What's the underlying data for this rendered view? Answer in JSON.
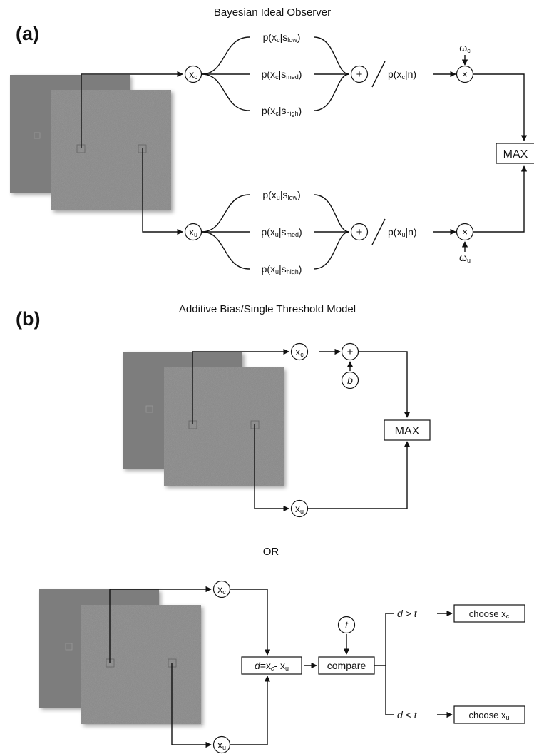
{
  "panel_a": {
    "label": "(a)",
    "title": "Bayesian Ideal Observer",
    "top_var": {
      "main": "x",
      "sub": "c"
    },
    "bottom_var": {
      "main": "x",
      "sub": "u"
    },
    "top_likelihoods": [
      {
        "pre": "p(x",
        "sub1": "c",
        "mid": "|s",
        "sub2": "low",
        "post": ")"
      },
      {
        "pre": "p(x",
        "sub1": "c",
        "mid": "|s",
        "sub2": "med",
        "post": ")"
      },
      {
        "pre": "p(x",
        "sub1": "c",
        "mid": "|s",
        "sub2": "high",
        "post": ")"
      }
    ],
    "bottom_likelihoods": [
      {
        "pre": "p(x",
        "sub1": "u",
        "mid": "|s",
        "sub2": "low",
        "post": ")"
      },
      {
        "pre": "p(x",
        "sub1": "u",
        "mid": "|s",
        "sub2": "med",
        "post": ")"
      },
      {
        "pre": "p(x",
        "sub1": "u",
        "mid": "|s",
        "sub2": "high",
        "post": ")"
      }
    ],
    "sum_symbol": "+",
    "product_symbol": "×",
    "top_noise": {
      "pre": "p(x",
      "sub": "c",
      "post": "|n)"
    },
    "bottom_noise": {
      "pre": "p(x",
      "sub": "u",
      "post": "|n)"
    },
    "weight_top": {
      "main": "ω",
      "sub": "c"
    },
    "weight_bottom": {
      "main": "ω",
      "sub": "u"
    },
    "max_label": "MAX"
  },
  "panel_b": {
    "label": "(b)",
    "title": "Additive Bias/Single Threshold Model",
    "top_var": {
      "main": "x",
      "sub": "c"
    },
    "bottom_var": {
      "main": "x",
      "sub": "u"
    },
    "sum_symbol": "+",
    "bias_symbol": "b",
    "max_label": "MAX",
    "or_label": "OR",
    "diff": {
      "d": "d",
      "eq": "=x",
      "sub1": "c",
      "minus": "- x",
      "sub2": "u"
    },
    "threshold_symbol": "t",
    "compare_label": "compare",
    "branch_gt": {
      "lhs": "d",
      "op": " > ",
      "rhs": "t"
    },
    "branch_lt": {
      "lhs": "d",
      "op": " < ",
      "rhs": "t"
    },
    "choose_c": {
      "text": "choose x",
      "sub": "c"
    },
    "choose_u": {
      "text": "choose x",
      "sub": "u"
    }
  },
  "colors": {
    "stimulus_back": "#7d7d7d",
    "stimulus_front": "#858585",
    "lines": "#111111"
  }
}
